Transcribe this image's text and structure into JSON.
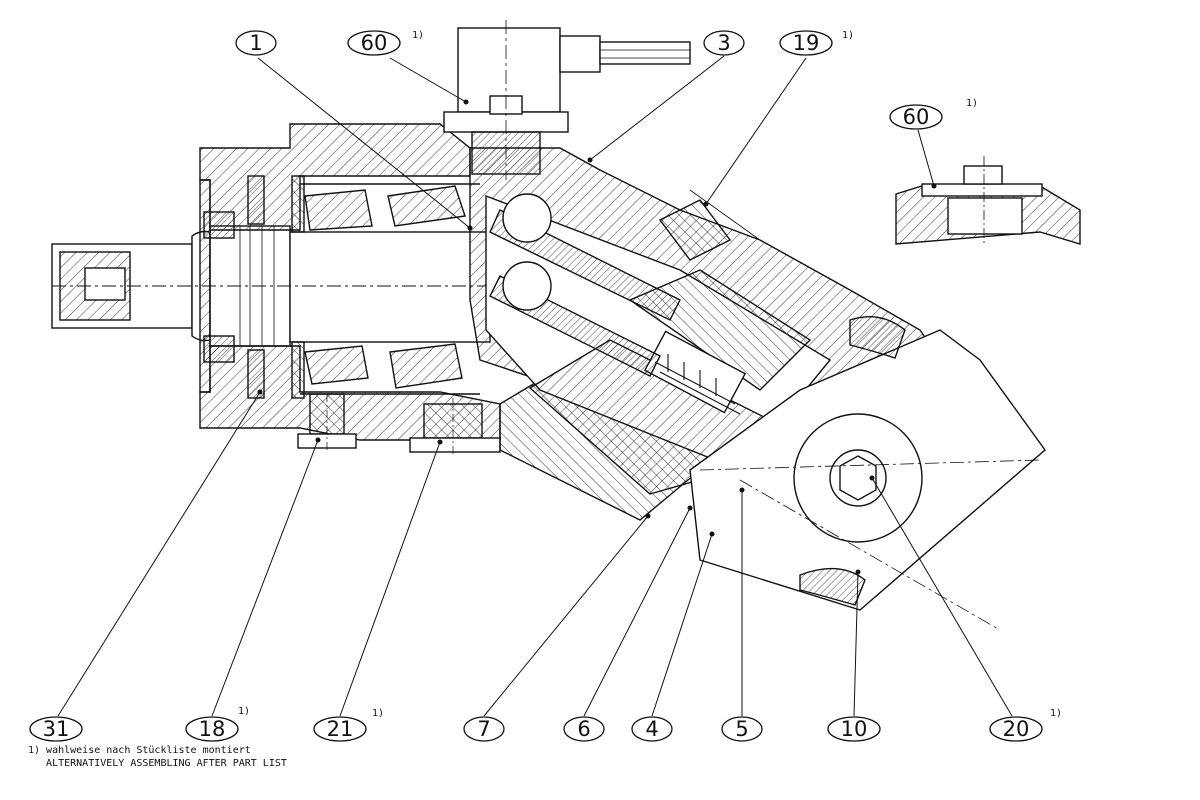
{
  "callouts": [
    {
      "label": "1"
    },
    {
      "label": "60",
      "sup": "1)"
    },
    {
      "label": "3"
    },
    {
      "label": "19",
      "sup": "1)"
    },
    {
      "label": "60",
      "sup": "1)"
    },
    {
      "label": "31"
    },
    {
      "label": "18",
      "sup": "1)"
    },
    {
      "label": "21",
      "sup": "1)"
    },
    {
      "label": "7"
    },
    {
      "label": "6"
    },
    {
      "label": "4"
    },
    {
      "label": "5"
    },
    {
      "label": "10"
    },
    {
      "label": "20",
      "sup": "1)"
    }
  ],
  "footnote": {
    "line1": "1) wahlweise nach Stückliste montiert",
    "line2": "   ALTERNATIVELY ASSEMBLING AFTER PART LIST"
  }
}
